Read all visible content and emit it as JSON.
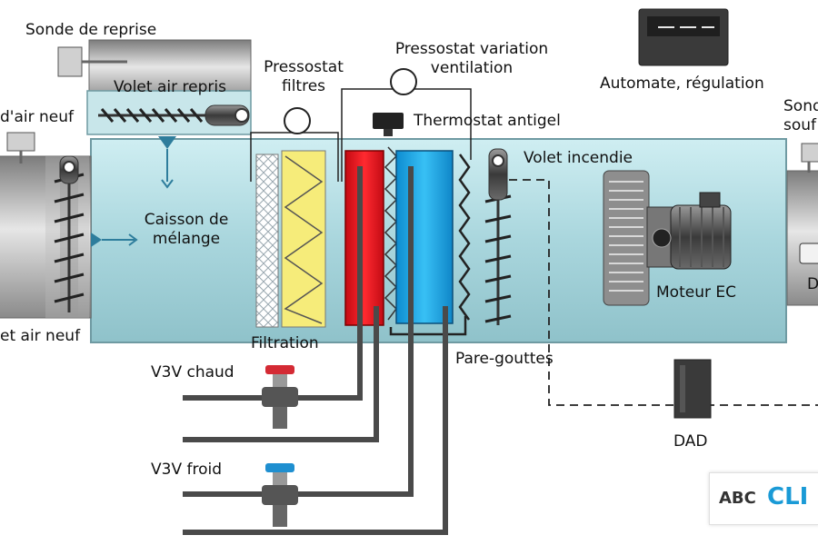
{
  "labels": {
    "sonde_reprise": "Sonde de reprise",
    "volet_air_repris": "Volet air repris",
    "prise_air_neuf": "d'air neuf",
    "volet_air_neuf": "et air neuf",
    "pressostat_filtres_l1": "Pressostat",
    "pressostat_filtres_l2": "filtres",
    "pressostat_ventil_l1": "Pressostat variation",
    "pressostat_ventil_l2": "ventilation",
    "thermostat_antigel": "Thermostat antigel",
    "automate": "Automate, régulation",
    "sonde_soufflage_l1": "Sonde",
    "sonde_soufflage_l2": "souf",
    "volet_incendie": "Volet incendie",
    "caisson_l1": "Caisson de",
    "caisson_l2": "mélange",
    "moteur_ec": "Moteur EC",
    "filtration": "Filtration",
    "pare_gouttes": "Pare-gouttes",
    "v3v_chaud": "V3V chaud",
    "v3v_froid": "V3V froid",
    "dad": "DAD",
    "edge_d": "D"
  },
  "logo": {
    "part1": "ABC",
    "part2": "CLI"
  },
  "colors": {
    "casing": "#b6dde3",
    "hot_coil": "#f0141e",
    "cold_coil": "#1aa9ea",
    "filter_fill": "#f6ec7a",
    "pipe": "#4a4a4a",
    "hot_handle": "#d42a34",
    "cold_handle": "#1f8fd0",
    "logo_accent": "#1a9ad6"
  },
  "icons": {
    "filter": "filter-icon",
    "pressure_gauge": "pressure-gauge-icon",
    "thermostat": "thermostat-icon",
    "controller": "controller-icon",
    "fan_motor": "fan-motor-icon",
    "valve": "three-way-valve-icon",
    "damper": "damper-icon",
    "sensor": "sensor-icon"
  }
}
